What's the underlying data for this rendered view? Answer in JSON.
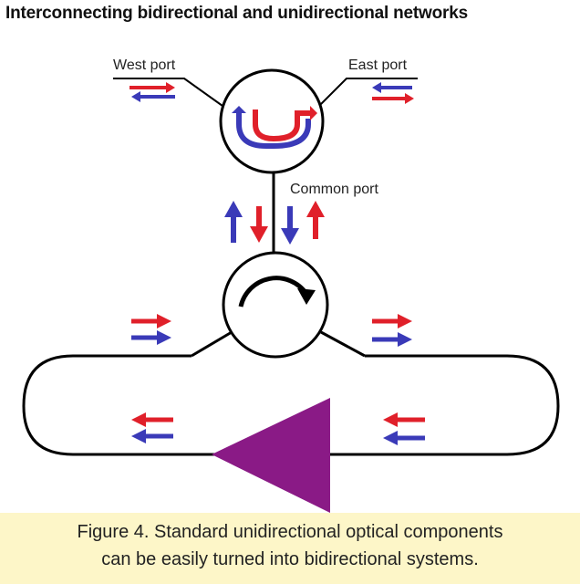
{
  "title": "Interconnecting bidirectional and unidirectional networks",
  "labels": {
    "west_port": "West port",
    "east_port": "East port",
    "common_port": "Common port"
  },
  "caption": {
    "line1": "Figure 4. Standard unidirectional optical components",
    "line2": "can be easily turned into bidirectional systems."
  },
  "colors": {
    "red": "#e0202a",
    "blue": "#3a3ab8",
    "amplifier": "#8a1a86",
    "caption_bg": "#fdf6c8",
    "line": "#000000"
  },
  "icons": {
    "circulator_top": "circulator-icon",
    "circulator_bottom": "circulator-clockwise-icon",
    "amplifier": "amplifier-triangle-icon"
  }
}
